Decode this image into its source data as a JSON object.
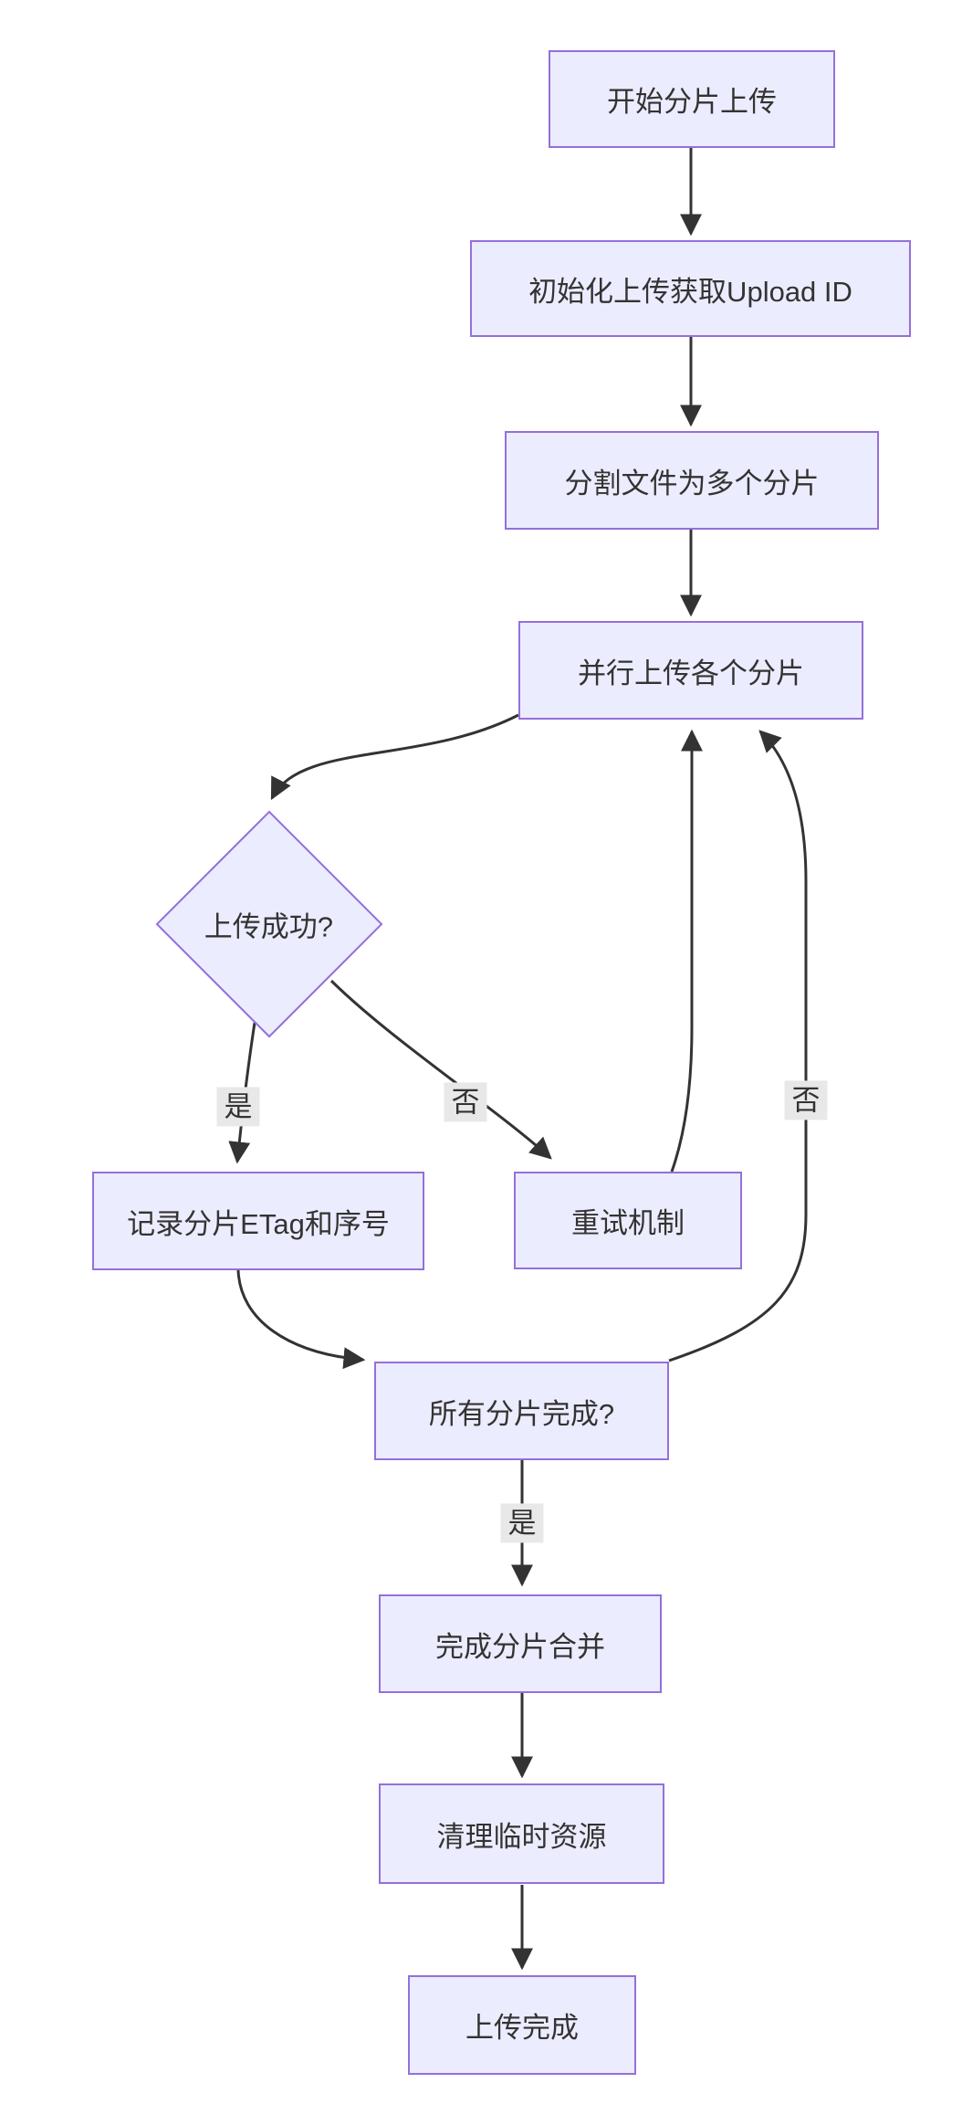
{
  "diagram": {
    "type": "flowchart",
    "direction": "top-down",
    "colors": {
      "node_fill": "#ECECFF",
      "node_border": "#9370DB",
      "text_color": "#333333",
      "edge_color": "#333333",
      "label_bg": "#e8e8e8",
      "canvas_bg": "#ffffff"
    },
    "nodes": [
      {
        "id": "A",
        "shape": "rect",
        "label": "开始分片上传"
      },
      {
        "id": "B",
        "shape": "rect",
        "label": "初始化上传获取Upload ID"
      },
      {
        "id": "C",
        "shape": "rect",
        "label": "分割文件为多个分片"
      },
      {
        "id": "D",
        "shape": "rect",
        "label": "并行上传各个分片"
      },
      {
        "id": "E",
        "shape": "diamond",
        "label": "上传成功?"
      },
      {
        "id": "F",
        "shape": "rect",
        "label": "记录分片ETag和序号"
      },
      {
        "id": "G",
        "shape": "rect",
        "label": "重试机制"
      },
      {
        "id": "H",
        "shape": "rect",
        "label": "所有分片完成?"
      },
      {
        "id": "I",
        "shape": "rect",
        "label": "完成分片合并"
      },
      {
        "id": "J",
        "shape": "rect",
        "label": "清理临时资源"
      },
      {
        "id": "K",
        "shape": "rect",
        "label": "上传完成"
      }
    ],
    "edges": [
      {
        "from": "开始分片上传",
        "to": "初始化上传获取Upload ID",
        "label": ""
      },
      {
        "from": "初始化上传获取Upload ID",
        "to": "分割文件为多个分片",
        "label": ""
      },
      {
        "from": "分割文件为多个分片",
        "to": "并行上传各个分片",
        "label": ""
      },
      {
        "from": "并行上传各个分片",
        "to": "上传成功?",
        "label": ""
      },
      {
        "from": "上传成功?",
        "to": "记录分片ETag和序号",
        "label": "是"
      },
      {
        "from": "上传成功?",
        "to": "重试机制",
        "label": "否"
      },
      {
        "from": "重试机制",
        "to": "并行上传各个分片",
        "label": ""
      },
      {
        "from": "记录分片ETag和序号",
        "to": "所有分片完成?",
        "label": ""
      },
      {
        "from": "所有分片完成?",
        "to": "并行上传各个分片",
        "label": "否"
      },
      {
        "from": "所有分片完成?",
        "to": "完成分片合并",
        "label": "是"
      },
      {
        "from": "完成分片合并",
        "to": "清理临时资源",
        "label": ""
      },
      {
        "from": "清理临时资源",
        "to": "上传完成",
        "label": ""
      }
    ]
  }
}
